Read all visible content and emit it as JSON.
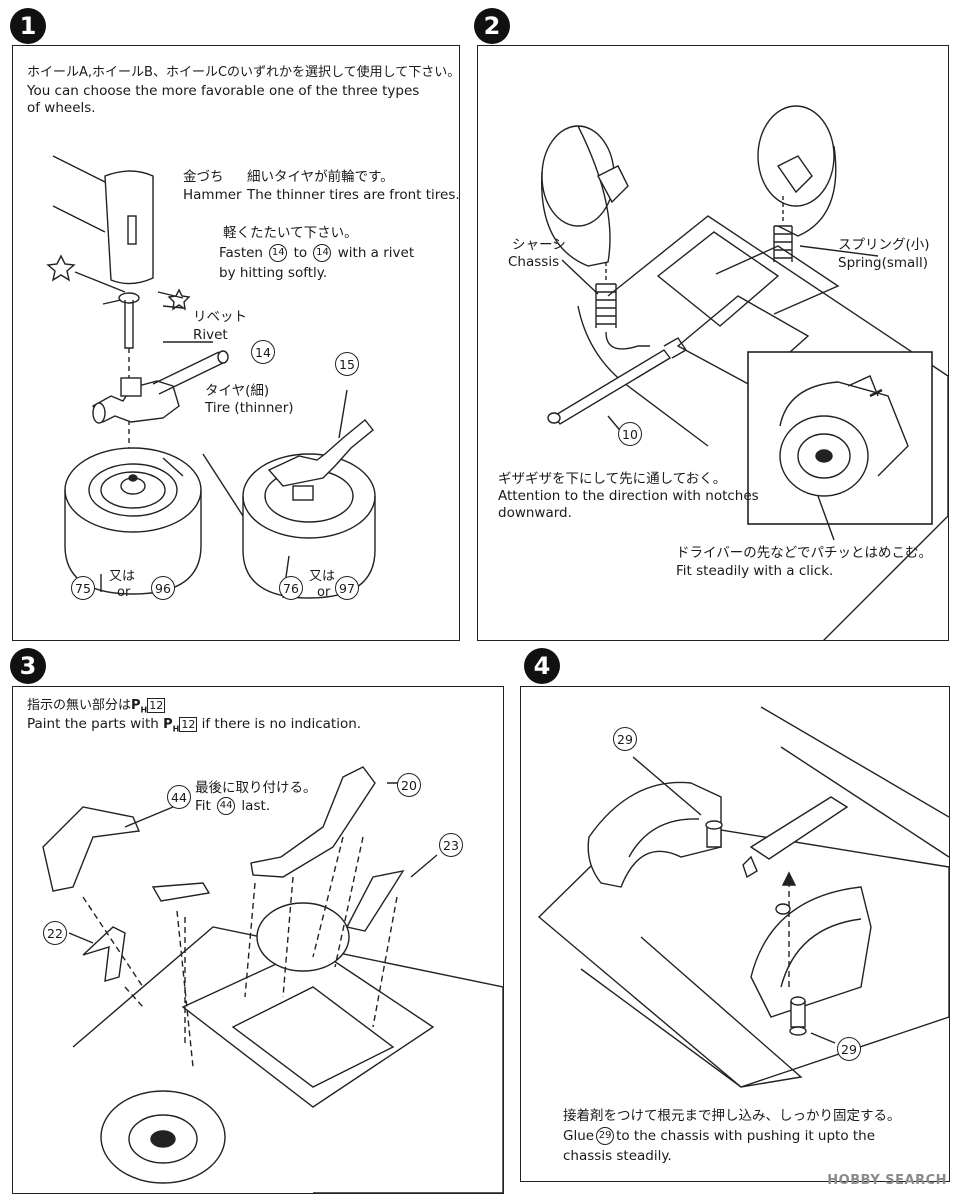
{
  "steps": {
    "s1": {
      "number": "1",
      "intro_jp": "ホイールA,ホイールB、ホイールCのいずれかを選択して使用して下さい。",
      "intro_en_1": "You can choose the more favorable one of the three types",
      "intro_en_2": "of wheels.",
      "hammer_jp": "金づち",
      "hammer_en": "Hammer",
      "front_jp": "細いタイヤが前輪です。",
      "front_en": "The thinner tires are front tires.",
      "tap_jp": "軽くたたいて下さい。",
      "fasten_pre": "Fasten",
      "fasten_mid": "to",
      "fasten_post": "with a rivet",
      "fasten_num_a": "14",
      "fasten_num_b": "14",
      "fasten_line2": "by hitting softly.",
      "rivet_jp": "リベット",
      "rivet_en": "Rivet",
      "part14": "14",
      "part15": "15",
      "tire_jp": "タイヤ(細)",
      "tire_en": "Tire (thinner)",
      "part75": "75",
      "part96": "96",
      "part76": "76",
      "part97": "97",
      "or_jp": "又は",
      "or_en": "or"
    },
    "s2": {
      "number": "2",
      "chassis_jp": "シャーシ",
      "chassis_en": "Chassis",
      "spring_jp": "スプリング(小)",
      "spring_en": "Spring(small)",
      "part10": "10",
      "notch_jp": "ギザギザを下にして先に通しておく。",
      "notch_en_1": "Attention to the direction with notches",
      "notch_en_2": "downward.",
      "click_jp": "ドライバーの先などでパチッとはめこむ。",
      "click_en": "Fit steadily with a click."
    },
    "s3": {
      "number": "3",
      "paint_jp_pre": "指示の無い部分は",
      "paint_en_pre": "Paint the parts with",
      "paint_en_post": "if there is no indication.",
      "ph_label": "P",
      "ph_sub": "H",
      "ph_num": "12",
      "last_jp": "最後に取り付ける。",
      "last_en_pre": "Fit",
      "last_en_post": "last.",
      "last_num": "44",
      "part20": "20",
      "part44": "44",
      "part23": "23",
      "part22": "22"
    },
    "s4": {
      "number": "4",
      "part29_top": "29",
      "part29_bottom": "29",
      "glue_jp": "接着剤をつけて根元まで押し込み、しっかり固定する。",
      "glue_en_pre": "Glue",
      "glue_num": "29",
      "glue_en_post": "to the chassis with pushing it upto the",
      "glue_en_2": "chassis steadily."
    }
  },
  "watermark": "HOBBY SEARCH"
}
